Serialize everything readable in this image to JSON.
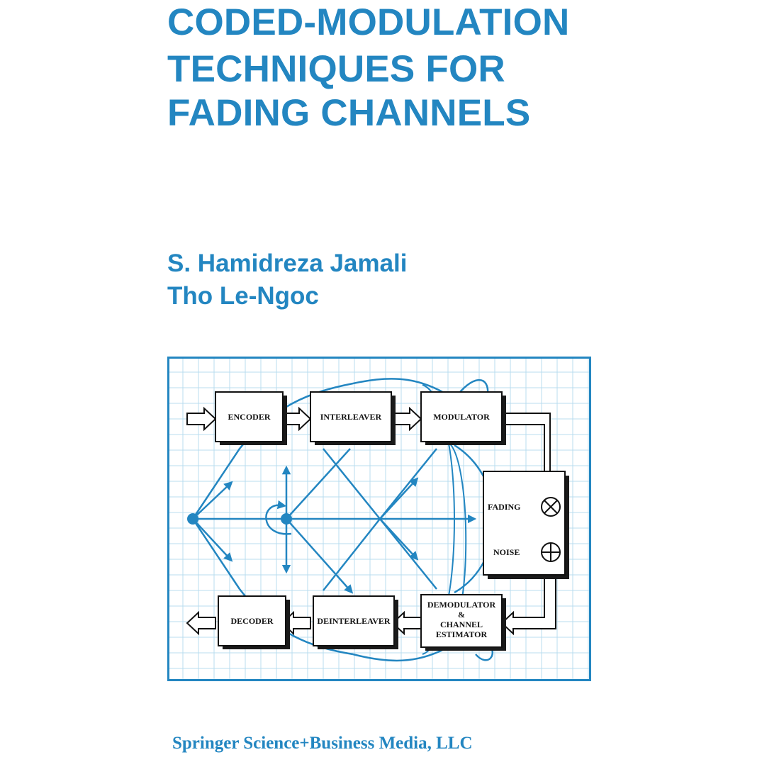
{
  "colors": {
    "accent": "#2386c1",
    "grid": "#b9dcef",
    "block_fill": "#ffffff",
    "block_stroke": "#111111",
    "block_shadow": "#1a1a1a",
    "background": "#ffffff"
  },
  "cover": {
    "title_lines": [
      "CODED-MODULATION",
      "TECHNIQUES FOR",
      "FADING CHANNELS"
    ],
    "authors": [
      "S. Hamidreza Jamali",
      "Tho Le-Ngoc"
    ],
    "publisher": "Springer Science+Business Media, LLC"
  },
  "diagram": {
    "blocks": {
      "encoder": "ENCODER",
      "interleaver": "INTERLEAVER",
      "modulator": "MODULATOR",
      "decoder": "DECODER",
      "deinterleaver": "DEINTERLEAVER",
      "demodulator_lines": [
        "DEMODULATOR",
        "&",
        "CHANNEL",
        "ESTIMATOR"
      ]
    },
    "channel": {
      "fading_label": "FADING",
      "noise_label": "NOISE",
      "multiplier_icon": "multiply-circle-icon",
      "adder_icon": "add-circle-icon"
    }
  }
}
